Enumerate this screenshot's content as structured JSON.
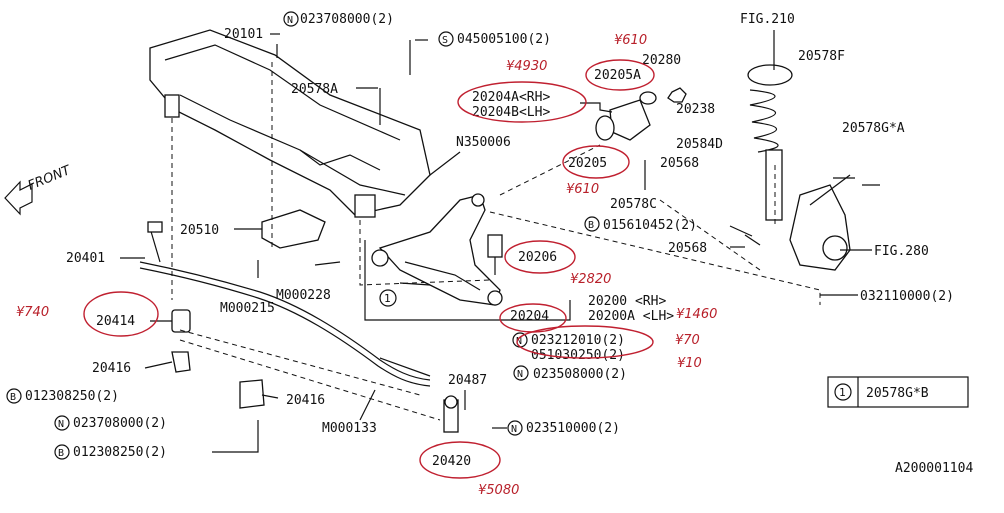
{
  "labels": {
    "p20101": "20101",
    "p023708000a": "023708000(2)",
    "p045005100": "045005100(2)",
    "p20578A": "20578A",
    "p20204A": "20204A<RH>",
    "p20204B": "20204B<LH>",
    "p20205A": "20205A",
    "p20280": "20280",
    "p20238": "20238",
    "fig210": "FIG.210",
    "p20578F": "20578F",
    "pN350006": "N350006",
    "p20584D": "20584D",
    "p20578GA": "20578G*A",
    "p20568a": "20568",
    "p20205": "20205",
    "p20578C": "20578C",
    "p015610452": "015610452(2)",
    "p20568b": "20568",
    "fig280": "FIG.280",
    "p20510": "20510",
    "p20401": "20401",
    "p20206": "20206",
    "pM000228": "M000228",
    "pM000215": "M000215",
    "p20200": "20200 <RH>",
    "p20200A": "20200A <LH>",
    "p032110000": "032110000(2)",
    "p20204": "20204",
    "p023212010": "023212010(2)",
    "p051030250": "051030250(2)",
    "p023508000": "023508000(2)",
    "p20414": "20414",
    "p20416a": "20416",
    "p012308250a": "012308250(2)",
    "p20416b": "20416",
    "p023708000b": "023708000(2)",
    "p012308250b": "012308250(2)",
    "pM000133": "M000133",
    "p20487": "20487",
    "p023510000": "023510000(2)",
    "p20420": "20420",
    "legend_num": "1",
    "legend_part": "20578G*B",
    "front": "FRONT",
    "ref_code": "A200001104",
    "circle_N": "N",
    "circle_S": "S",
    "circle_B": "B",
    "circle_1": "1"
  },
  "annotations": {
    "a4930": "¥4930",
    "a610a": "¥610",
    "a610b": "¥610",
    "a2820": "¥2820",
    "a1460": "¥1460",
    "a70": "¥70",
    "a10": "¥10",
    "a740": "¥740",
    "a5080": "¥5080"
  }
}
